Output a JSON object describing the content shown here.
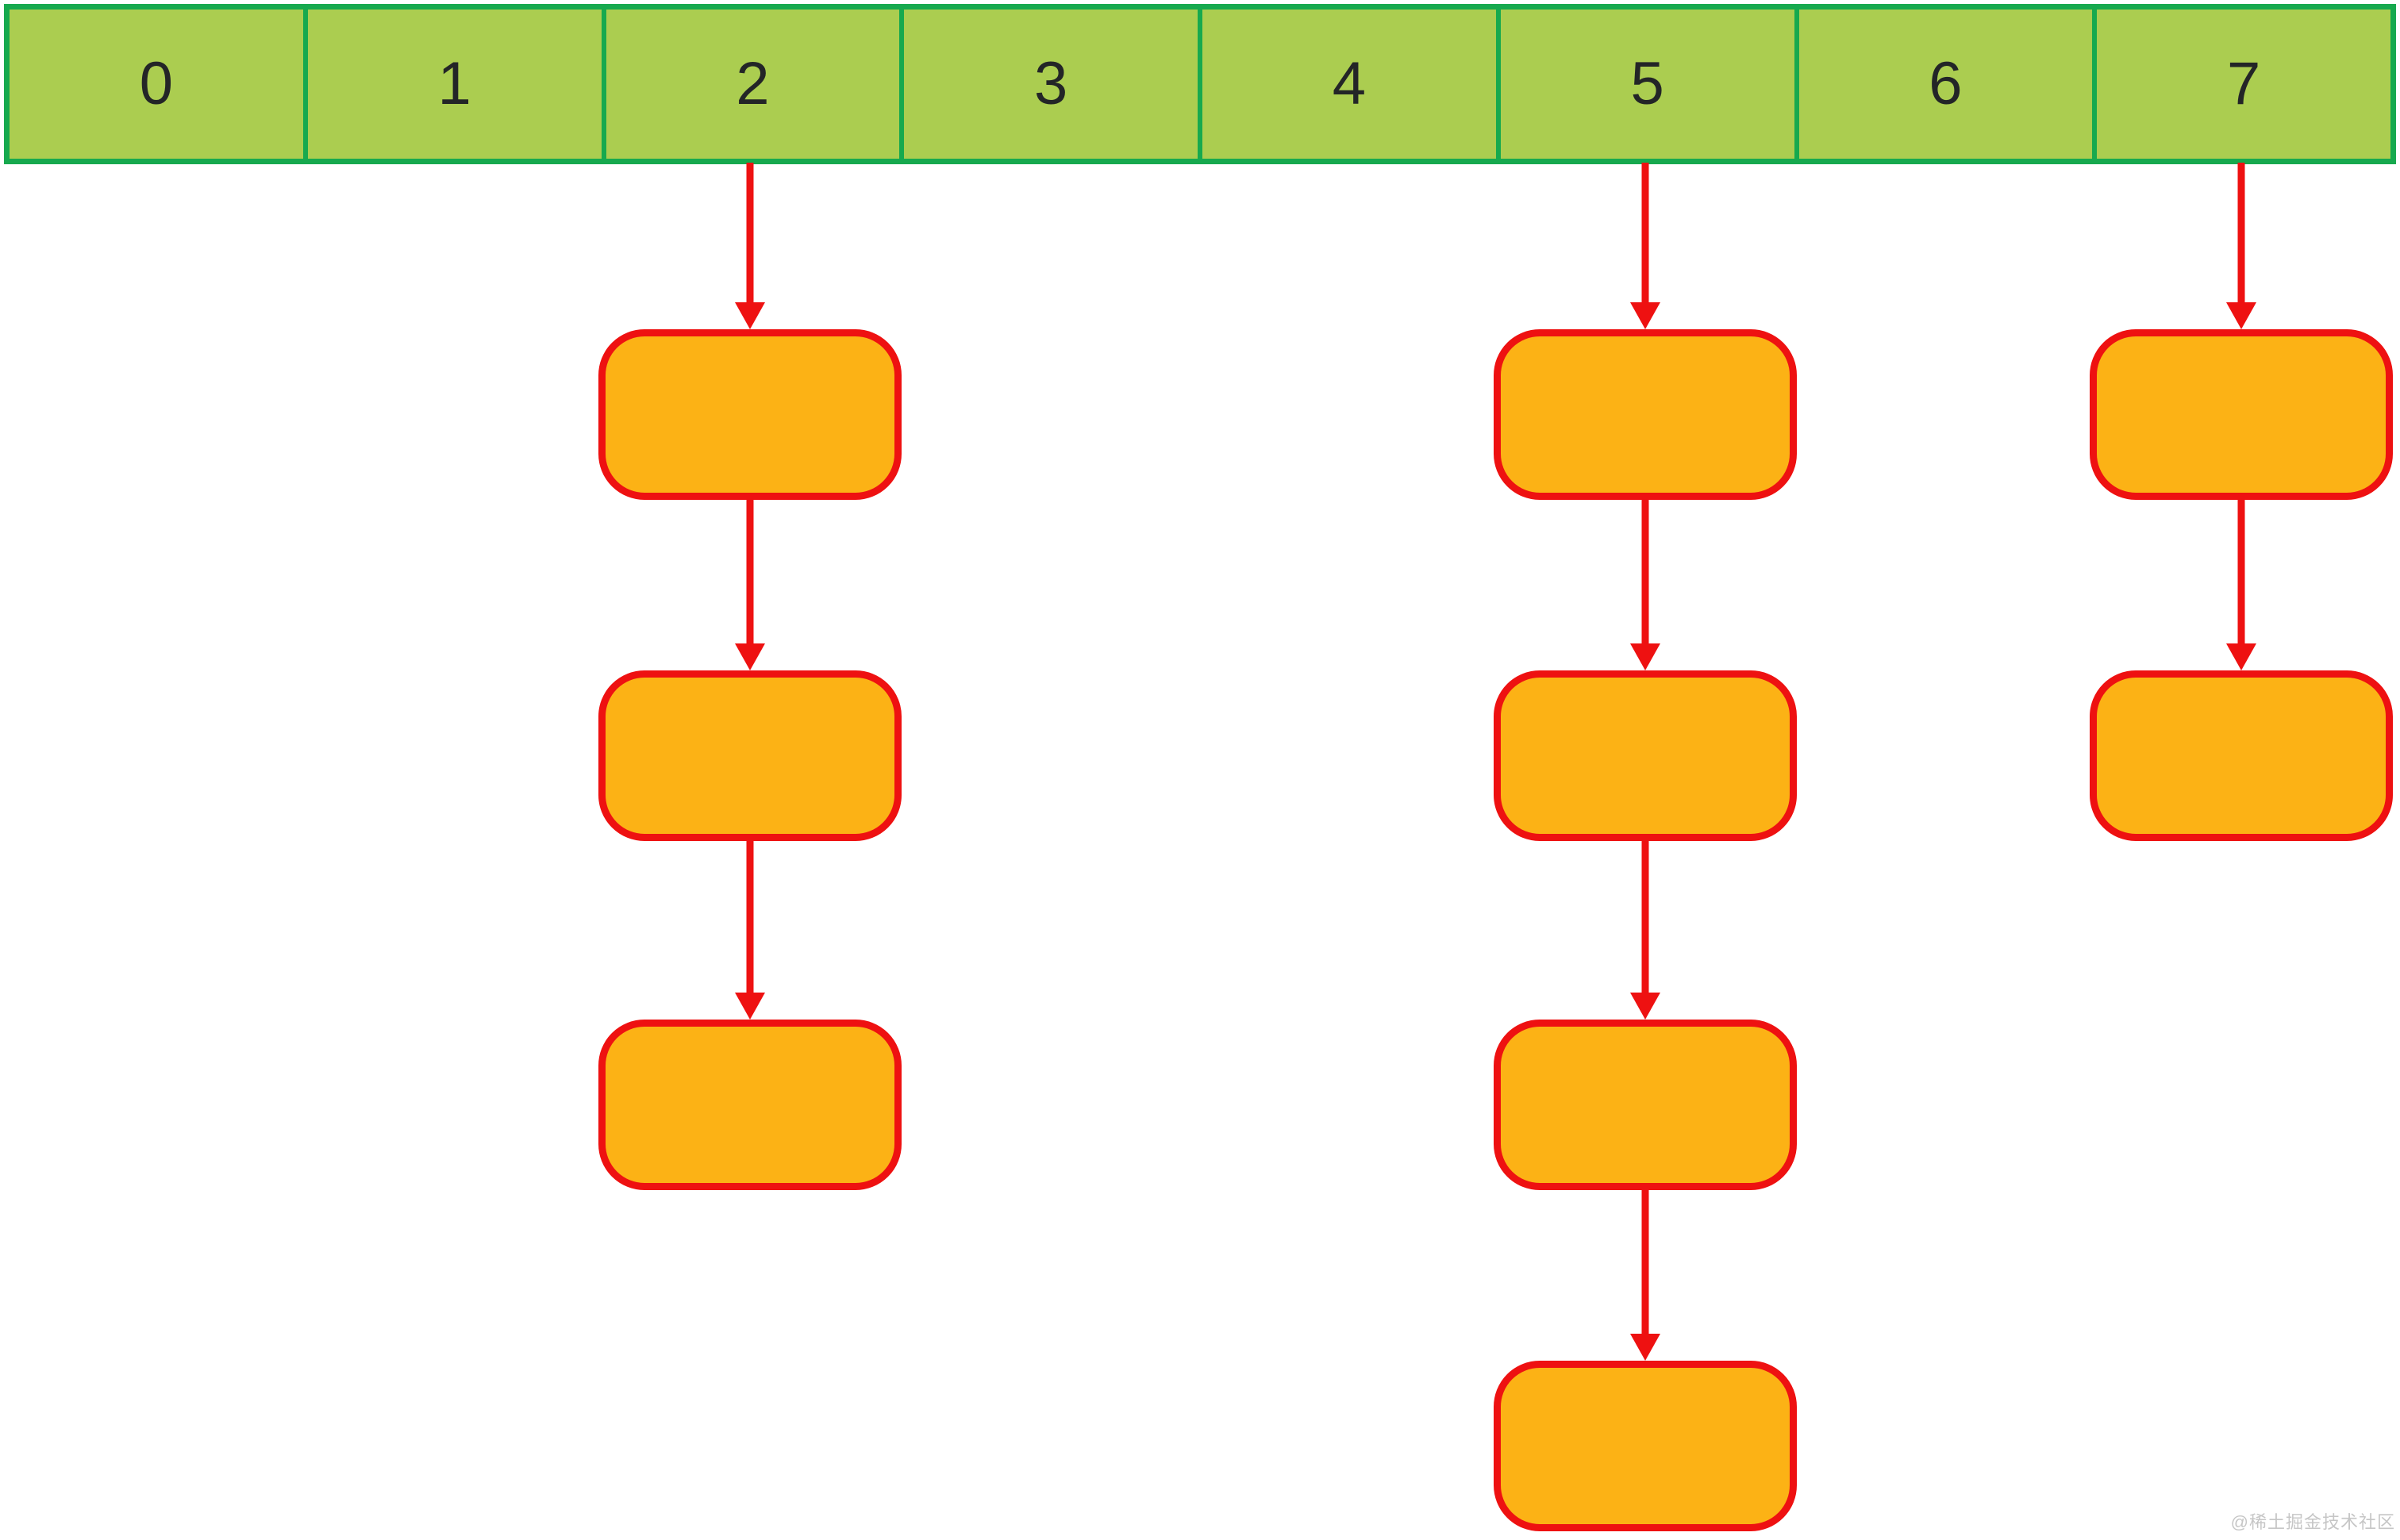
{
  "colors": {
    "green_fill": "#abcd50",
    "green_border": "#17a94e",
    "node_fill": "#fcb215",
    "red": "#ee1111",
    "cell_text": "#232527",
    "watermark_text": "#c6c6c6"
  },
  "array": {
    "cells": [
      {
        "label": "0"
      },
      {
        "label": "1"
      },
      {
        "label": "2"
      },
      {
        "label": "3"
      },
      {
        "label": "4"
      },
      {
        "label": "5"
      },
      {
        "label": "6"
      },
      {
        "label": "7"
      }
    ]
  },
  "chains": [
    {
      "bucket_index": 2,
      "node_count": 3
    },
    {
      "bucket_index": 5,
      "node_count": 4
    },
    {
      "bucket_index": 7,
      "node_count": 2
    }
  ],
  "watermark": {
    "text": "@稀土掘金技术社区"
  }
}
